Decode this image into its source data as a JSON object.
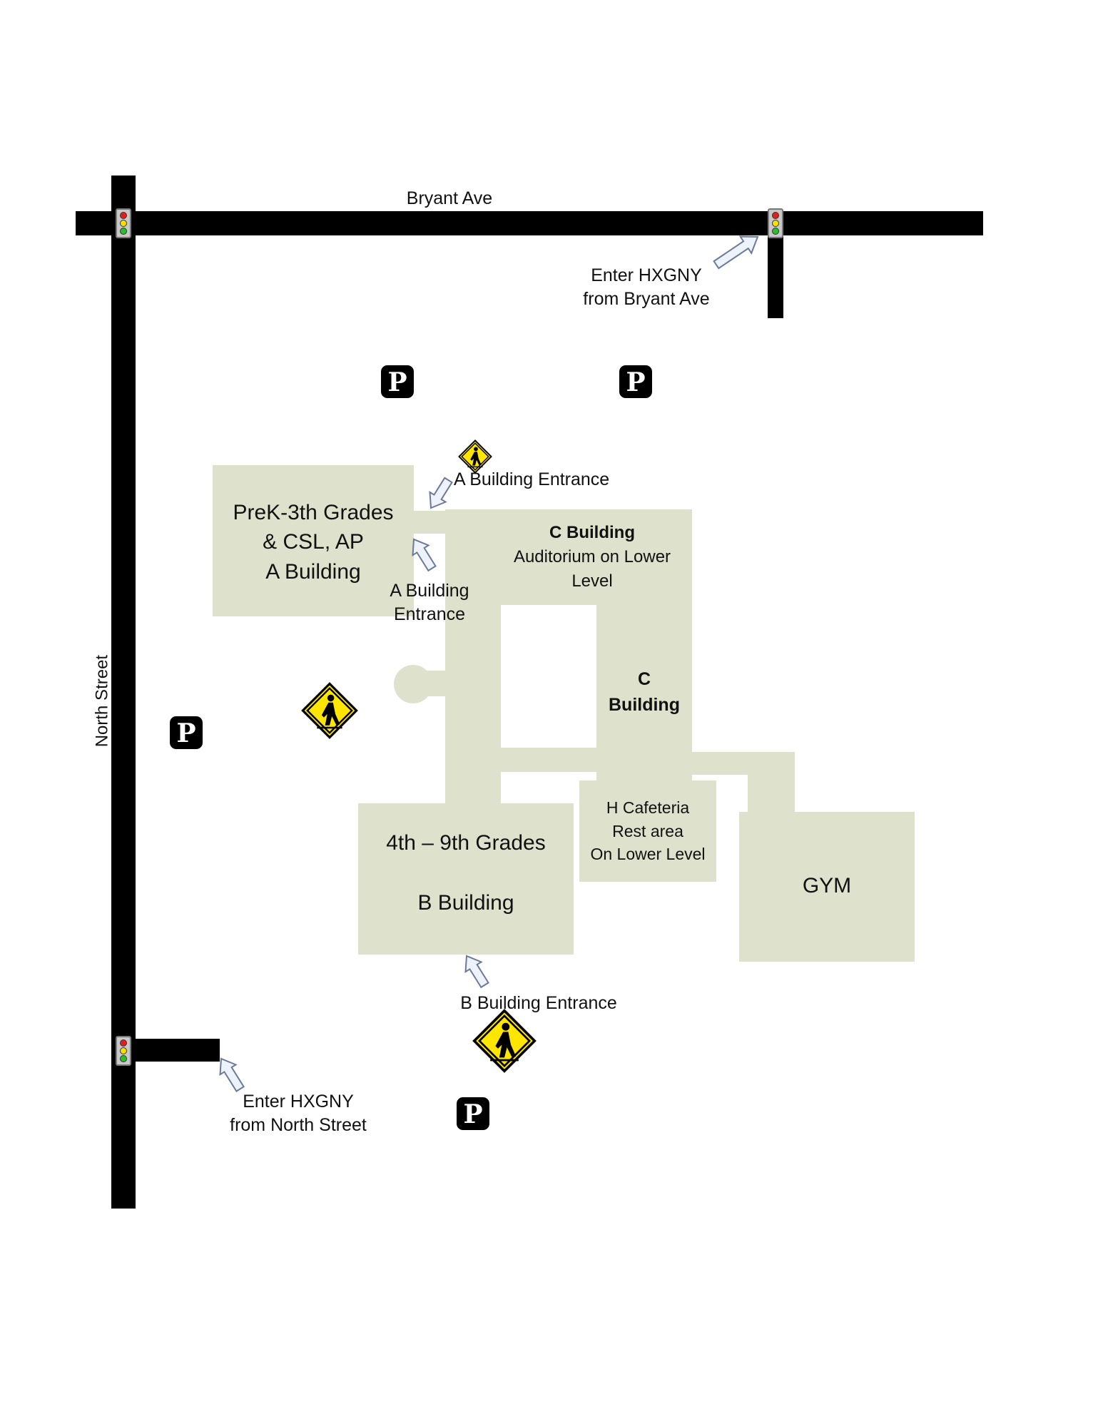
{
  "roads": {
    "bryant_ave": "Bryant Ave",
    "north_street": "North Street"
  },
  "entrances": {
    "bryant": [
      "Enter HXGNY",
      "from Bryant Ave"
    ],
    "north": [
      "Enter HXGNY",
      "from North Street"
    ],
    "a_building_top": "A Building Entrance",
    "a_building_left": [
      "A Building",
      "Entrance"
    ],
    "b_building": "B Building Entrance"
  },
  "buildings": {
    "a": [
      "PreK-3th Grades",
      "& CSL, AP",
      "A Building"
    ],
    "c_top": {
      "title": "C Building",
      "lines": [
        "Auditorium on Lower",
        "Level"
      ]
    },
    "c_side": [
      "C",
      "Building"
    ],
    "b": {
      "grades": "4th – 9th Grades",
      "name": "B Building"
    },
    "h": [
      "H Cafeteria",
      "Rest area",
      "On Lower Level"
    ],
    "gym": "GYM"
  },
  "icons": {
    "parking": "parking-icon",
    "crosswalk": "pedestrian-crossing-icon",
    "traffic_light": "traffic-light-icon",
    "arrow": "entrance-arrow-icon"
  },
  "colors": {
    "road": "#000000",
    "building": "#dee2cd",
    "crossing_sign": "#ffe600",
    "arrow_fill": "#eef3fb",
    "arrow_stroke": "#6b7a99"
  }
}
